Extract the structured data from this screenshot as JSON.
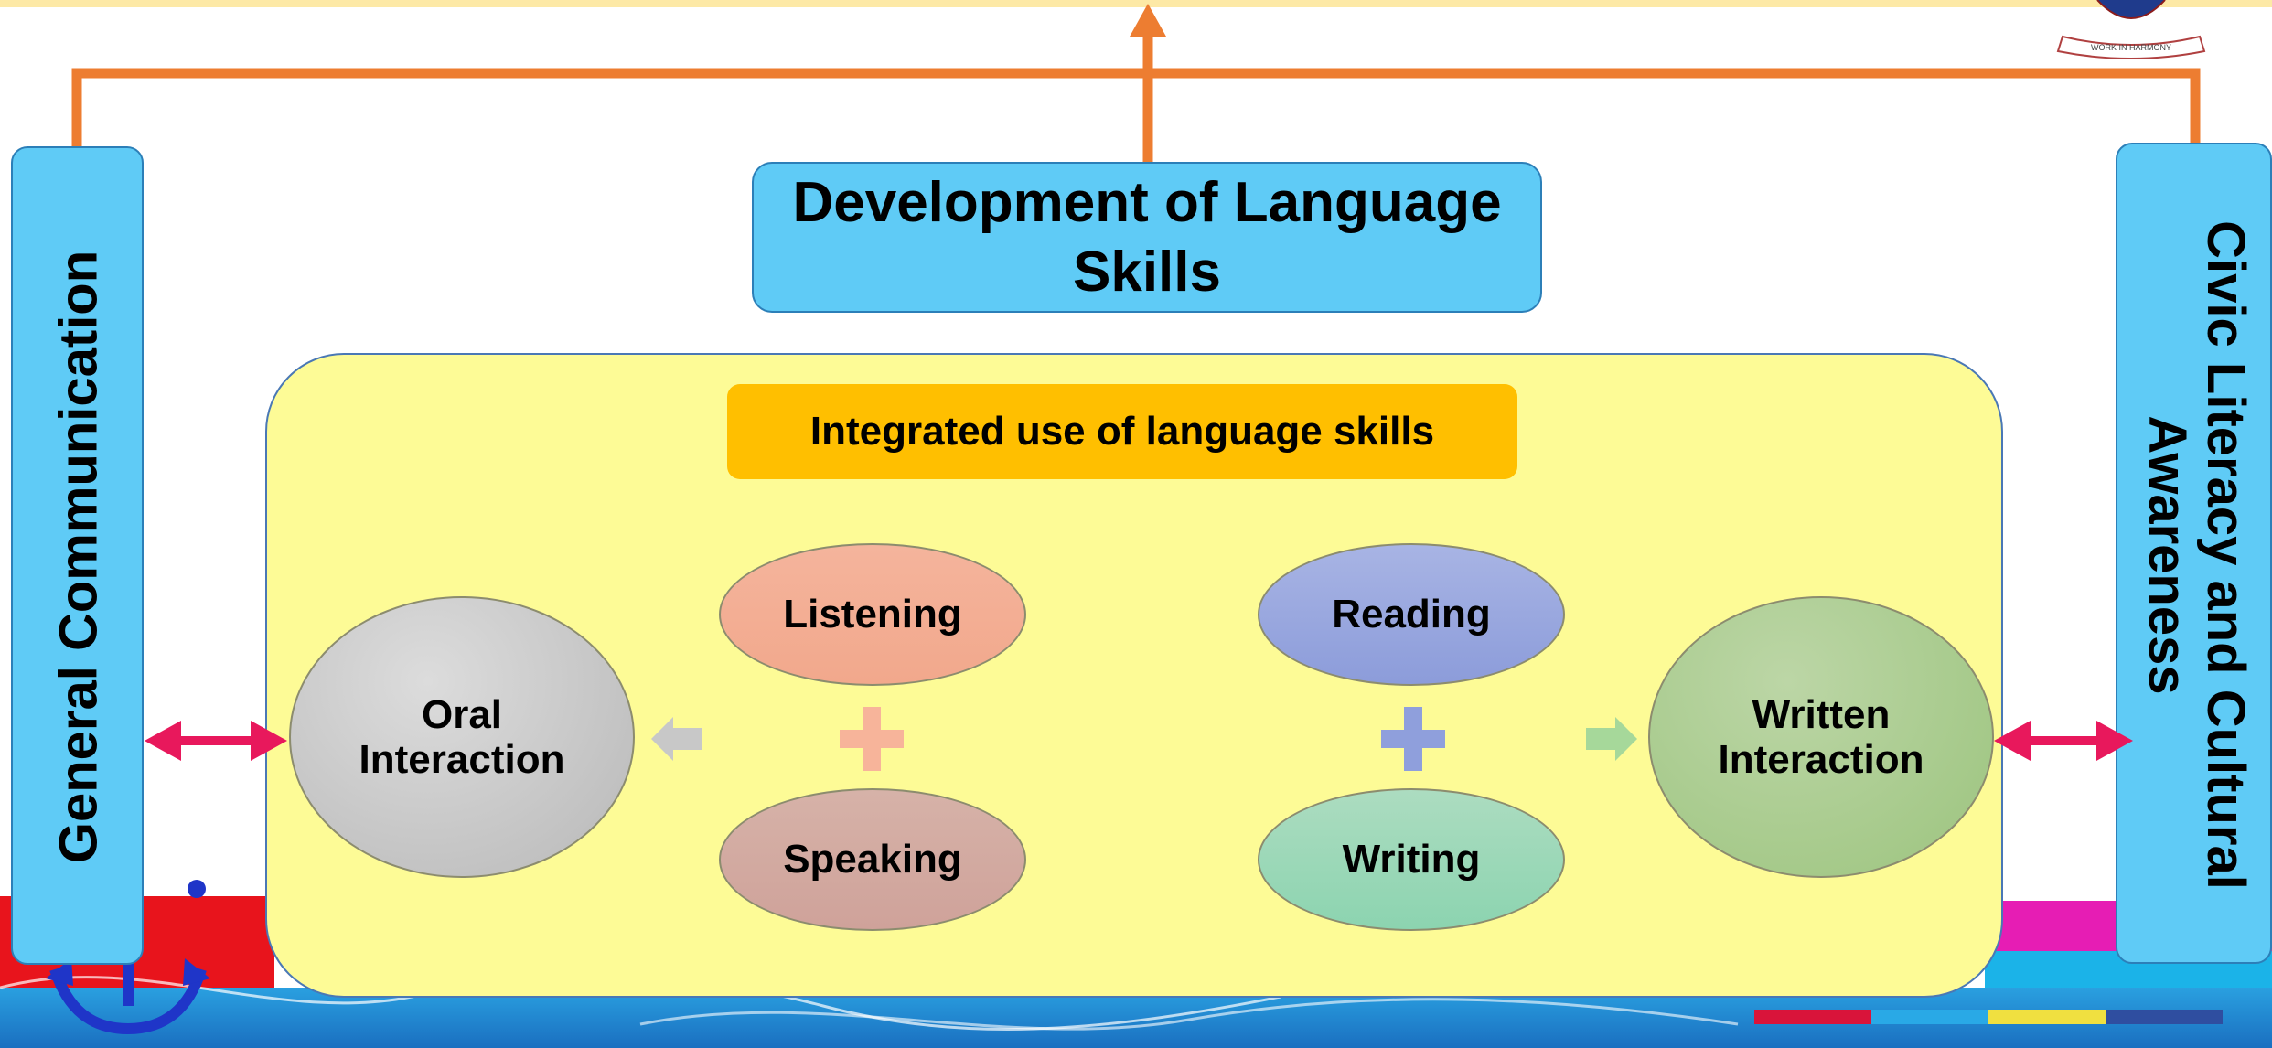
{
  "left_pillar": {
    "label": "General Communication"
  },
  "right_pillar": {
    "label_line1": "Civic Literacy and Cultural",
    "label_line2": "Awareness"
  },
  "top_box": {
    "label_line1": "Development of Language",
    "label_line2": "Skills"
  },
  "integrated": {
    "label": "Integrated use of language skills"
  },
  "oral": {
    "label_line1": "Oral",
    "label_line2": "Interaction"
  },
  "written": {
    "label_line1": "Written",
    "label_line2": "Interaction"
  },
  "listening": {
    "label": "Listening"
  },
  "speaking": {
    "label": "Speaking"
  },
  "reading": {
    "label": "Reading"
  },
  "writing": {
    "label": "Writing"
  },
  "crest": {
    "motto": "WORK IN HARMONY"
  },
  "colors": {
    "orange_connector": "#ed7d31",
    "pillar_blue": "#5fcbf6",
    "panel_yellow": "#fdfb96",
    "header_amber": "#ffbf00",
    "double_arrow": "#e8185c"
  }
}
